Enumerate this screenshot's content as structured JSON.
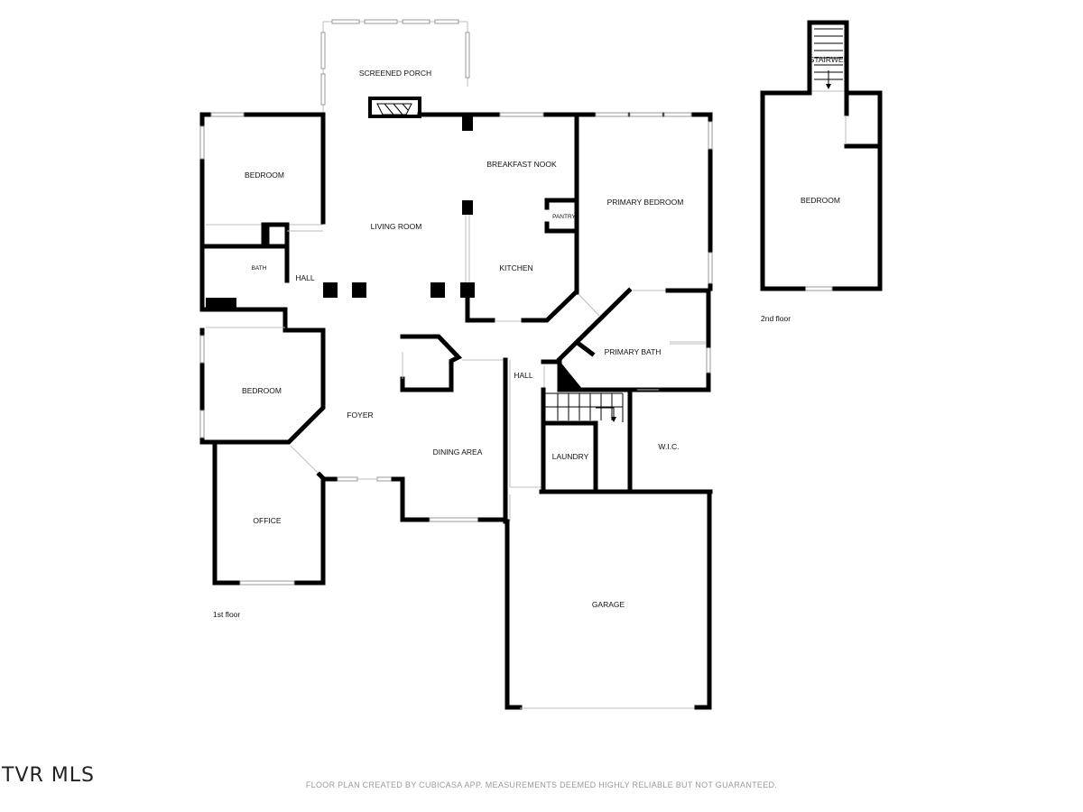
{
  "rooms": {
    "screened_porch": "SCREENED PORCH",
    "bedroom_west": "BEDROOM",
    "living_room": "LIVING ROOM",
    "breakfast_nook": "BREAKFAST NOOK",
    "pantry": "PANTRY",
    "kitchen": "KITCHEN",
    "primary_bedroom": "PRIMARY BEDROOM",
    "bath": "BATH",
    "hall_west": "HALL",
    "bedroom_southwest": "BEDROOM",
    "foyer": "FOYER",
    "dining_area": "DINING AREA",
    "hall_central": "HALL",
    "primary_bath": "PRIMARY BATH",
    "laundry": "LAUNDRY",
    "wic": "W.I.C.",
    "office": "OFFICE",
    "garage": "GARAGE",
    "stairwell": "STAIRWEL",
    "bedroom_upstairs": "BEDROOM"
  },
  "floors": {
    "first": "1st floor",
    "second": "2nd floor"
  },
  "brand": {
    "logo": "TVR MLS"
  },
  "footer": {
    "disclaimer": "FLOOR PLAN CREATED BY CUBICASA APP. MEASUREMENTS DEEMED HIGHLY RELIABLE BUT NOT GUARANTEED."
  }
}
